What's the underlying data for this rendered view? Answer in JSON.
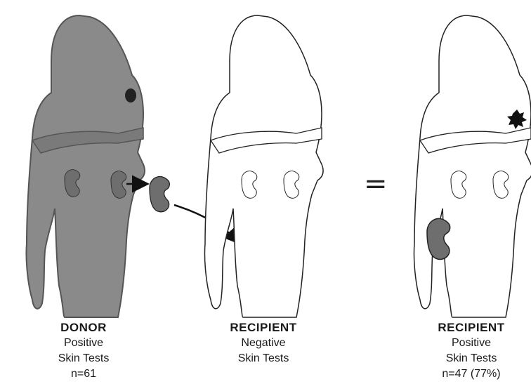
{
  "panels": [
    {
      "id": "donor",
      "role": "DONOR",
      "lines": [
        "Positive",
        "Skin Tests",
        "n=61"
      ],
      "fill": "#8a8a8a",
      "spot": true
    },
    {
      "id": "recipient-negative",
      "role": "RECIPIENT",
      "lines": [
        "Negative",
        "Skin Tests"
      ],
      "fill": "#ffffff",
      "spot": false
    },
    {
      "id": "recipient-positive",
      "role": "RECIPIENT",
      "lines": [
        "Positive",
        "Skin Tests",
        "n=47 (77%)"
      ],
      "fill": "#ffffff",
      "spot": true
    }
  ],
  "equals_sign": "=",
  "colors": {
    "donor_body": "#8a8a8a",
    "outline": "#222222",
    "kidney": "#6e6e6e",
    "arrow": "#111111"
  }
}
